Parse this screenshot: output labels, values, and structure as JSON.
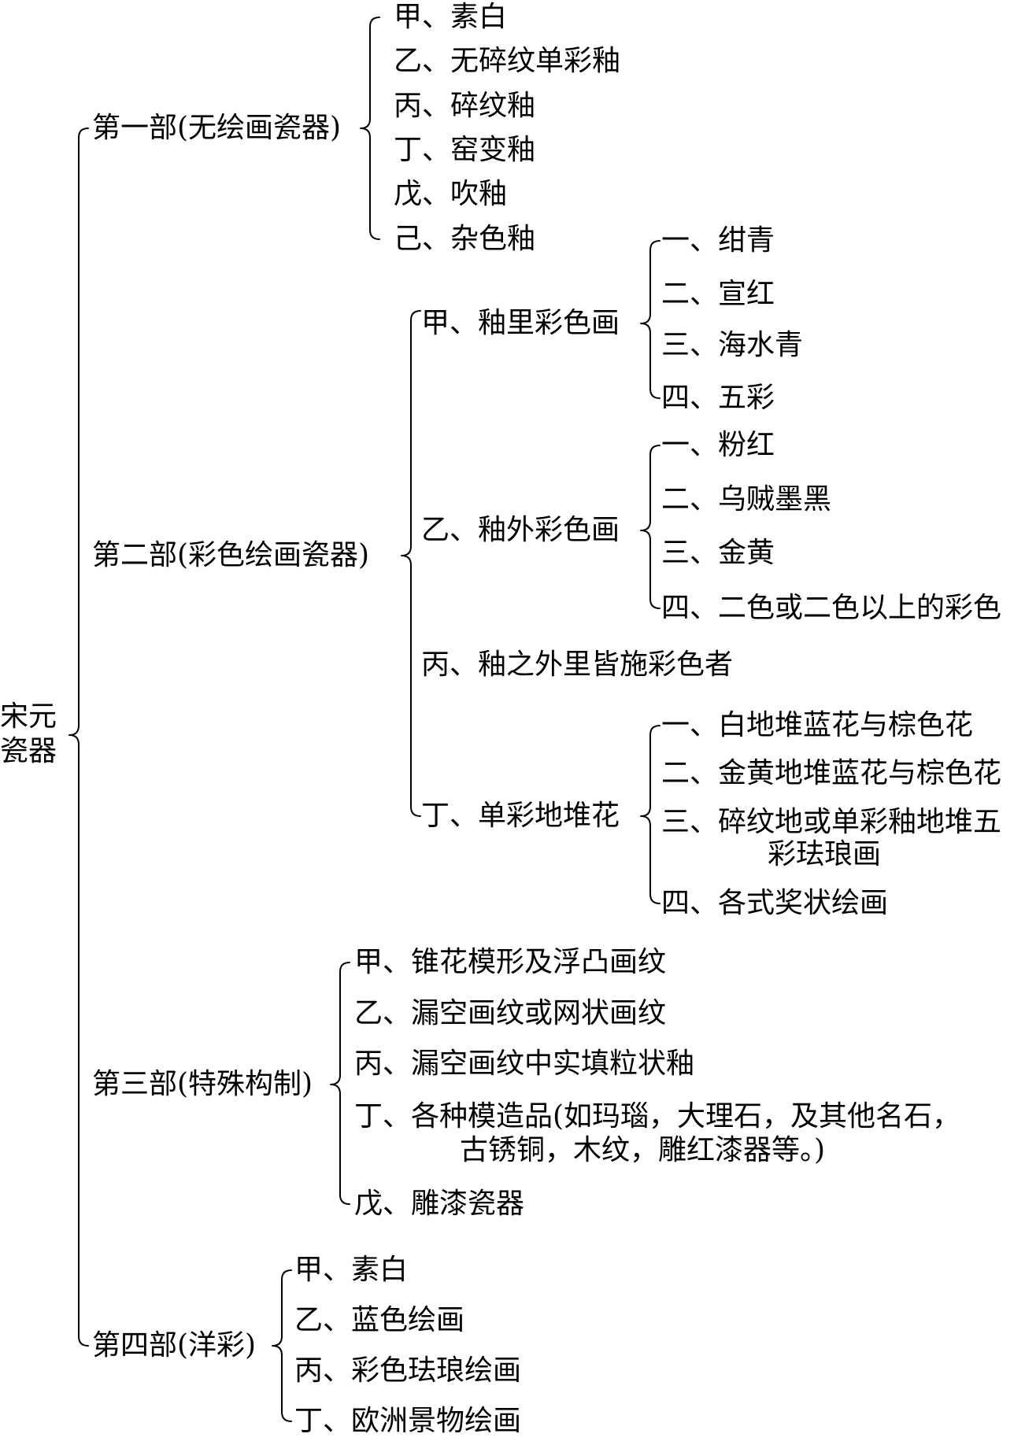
{
  "root": {
    "lines": [
      "宋元",
      "瓷器"
    ]
  },
  "parts": [
    {
      "label": "第一部(无绘画瓷器)",
      "items": [
        {
          "text": "甲、素白"
        },
        {
          "text": "乙、无碎纹单彩釉"
        },
        {
          "text": "丙、碎纹釉"
        },
        {
          "text": "丁、窑变釉"
        },
        {
          "text": "戊、吹釉"
        },
        {
          "text": "己、杂色釉"
        }
      ]
    },
    {
      "label": "第二部(彩色绘画瓷器)",
      "items": [
        {
          "text": "甲、釉里彩色画",
          "children": [
            {
              "text": "一、绀青"
            },
            {
              "text": "二、宣红"
            },
            {
              "text": "三、海水青"
            },
            {
              "text": "四、五彩"
            }
          ]
        },
        {
          "text": "乙、釉外彩色画",
          "children": [
            {
              "text": "一、粉红"
            },
            {
              "text": "二、乌贼墨黑"
            },
            {
              "text": "三、金黄"
            },
            {
              "text": "四、二色或二色以上的彩色"
            }
          ]
        },
        {
          "text": "丙、釉之外里皆施彩色者"
        },
        {
          "text": "丁、单彩地堆花",
          "children": [
            {
              "text": "一、白地堆蓝花与棕色花"
            },
            {
              "text": "二、金黄地堆蓝花与棕色花"
            },
            {
              "lines": [
                "三、碎纹地或单彩釉地堆五",
                "彩珐琅画"
              ]
            },
            {
              "text": "四、各式奖状绘画"
            }
          ]
        }
      ]
    },
    {
      "label": "第三部(特殊构制)",
      "items": [
        {
          "text": "甲、锥花模形及浮凸画纹"
        },
        {
          "text": "乙、漏空画纹或网状画纹"
        },
        {
          "text": "丙、漏空画纹中实填粒状釉"
        },
        {
          "lines": [
            "丁、各种模造品(如玛瑙，大理石，及其他名石，",
            "古锈铜，木纹，雕红漆器等。)"
          ]
        },
        {
          "text": "戊、雕漆瓷器"
        }
      ]
    },
    {
      "label": "第四部(洋彩)",
      "items": [
        {
          "text": "甲、素白"
        },
        {
          "text": "乙、蓝色绘画"
        },
        {
          "text": "丙、彩色珐琅绘画"
        },
        {
          "text": "丁、欧洲景物绘画"
        }
      ]
    }
  ]
}
